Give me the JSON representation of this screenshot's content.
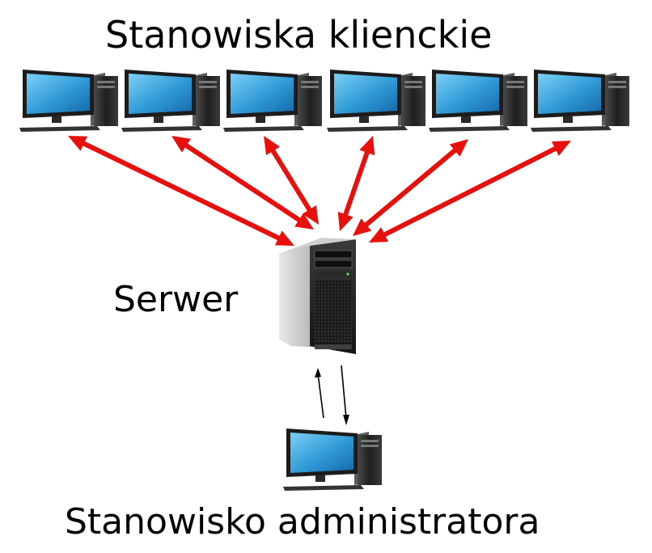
{
  "labels": {
    "clients": "Stanowiska klienckie",
    "server": "Serwer",
    "admin": "Stanowisko administratora"
  },
  "colors": {
    "arrow": "#e8100c",
    "screen": "#3ea7dd",
    "bezel": "#1e1e1e",
    "tower": "#2b2b2b"
  },
  "client_count": 6
}
